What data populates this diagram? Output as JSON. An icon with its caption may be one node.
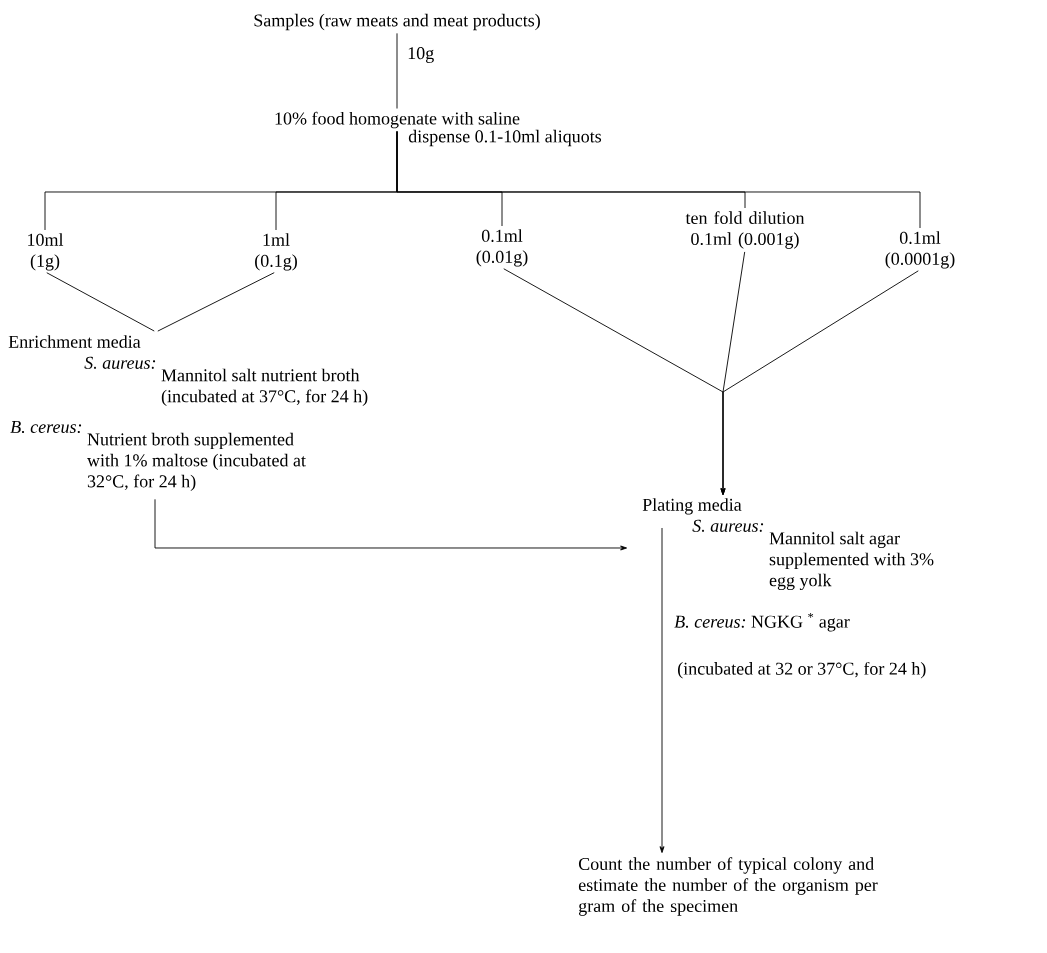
{
  "diagram": {
    "nodes": [
      {
        "text": [
          "Samples (raw meats and meat products)"
        ]
      },
      {
        "text": [
          "10% food homogenate with saline"
        ]
      },
      {
        "text": [
          "10ml (1g)"
        ]
      },
      {
        "text": [
          "1ml (0.1g)"
        ]
      },
      {
        "text": [
          "0.1ml (0.01g)"
        ]
      },
      {
        "text": [
          "ten fold dilution",
          "0.1ml (0.001g)"
        ]
      },
      {
        "text": [
          "0.1ml (0.0001g)"
        ]
      },
      {
        "text": [
          "Enrichment media",
          "S. aureus:",
          "Mannitol salt nutrient broth (incubated at 37°C, for 24 h)",
          "B. cereus:",
          "Nutrient broth supplemented with 1% maltose (incubated at 32°C, for 24 h)"
        ]
      },
      {
        "text": [
          "Plating media",
          "S. aureus:",
          "Mannitol salt agar supplemented with 3% egg yolk",
          "B. cereus:",
          "NGKG $^{*}$ agar",
          "(incubated at 32 or 37°C, for 24 h)"
        ]
      },
      {
        "text": [
          "Count the number of typical colony and estimate the number of the organism per gram of the specimen"
        ]
      }
    ],
    "edges": [
      {
        "from": 0,
        "to": 1,
        "arrow": "none",
        "label": "10g"
      },
      {
        "from": 1,
        "to": 2,
        "arrow": "none",
        "label": "dispense 0.1-10ml aliquots"
      },
      {
        "from": 1,
        "to": 3,
        "arrow": "none"
      },
      {
        "from": 1,
        "to": 4,
        "arrow": "none"
      },
      {
        "from": 1,
        "to": 5,
        "arrow": "none"
      },
      {
        "from": 1,
        "to": 6,
        "arrow": "none"
      },
      {
        "from": 2,
        "to": 7,
        "arrow": "none"
      },
      {
        "from": 3,
        "to": 7,
        "arrow": "none"
      },
      {
        "from": 4,
        "to": 8,
        "arrow": "to"
      },
      {
        "from": 5,
        "to": 8,
        "arrow": "to"
      },
      {
        "from": 6,
        "to": 8,
        "arrow": "to"
      },
      {
        "from": 7,
        "to": 8,
        "arrow": "to"
      },
      {
        "from": 8,
        "to": 9,
        "arrow": "to"
      }
    ]
  }
}
